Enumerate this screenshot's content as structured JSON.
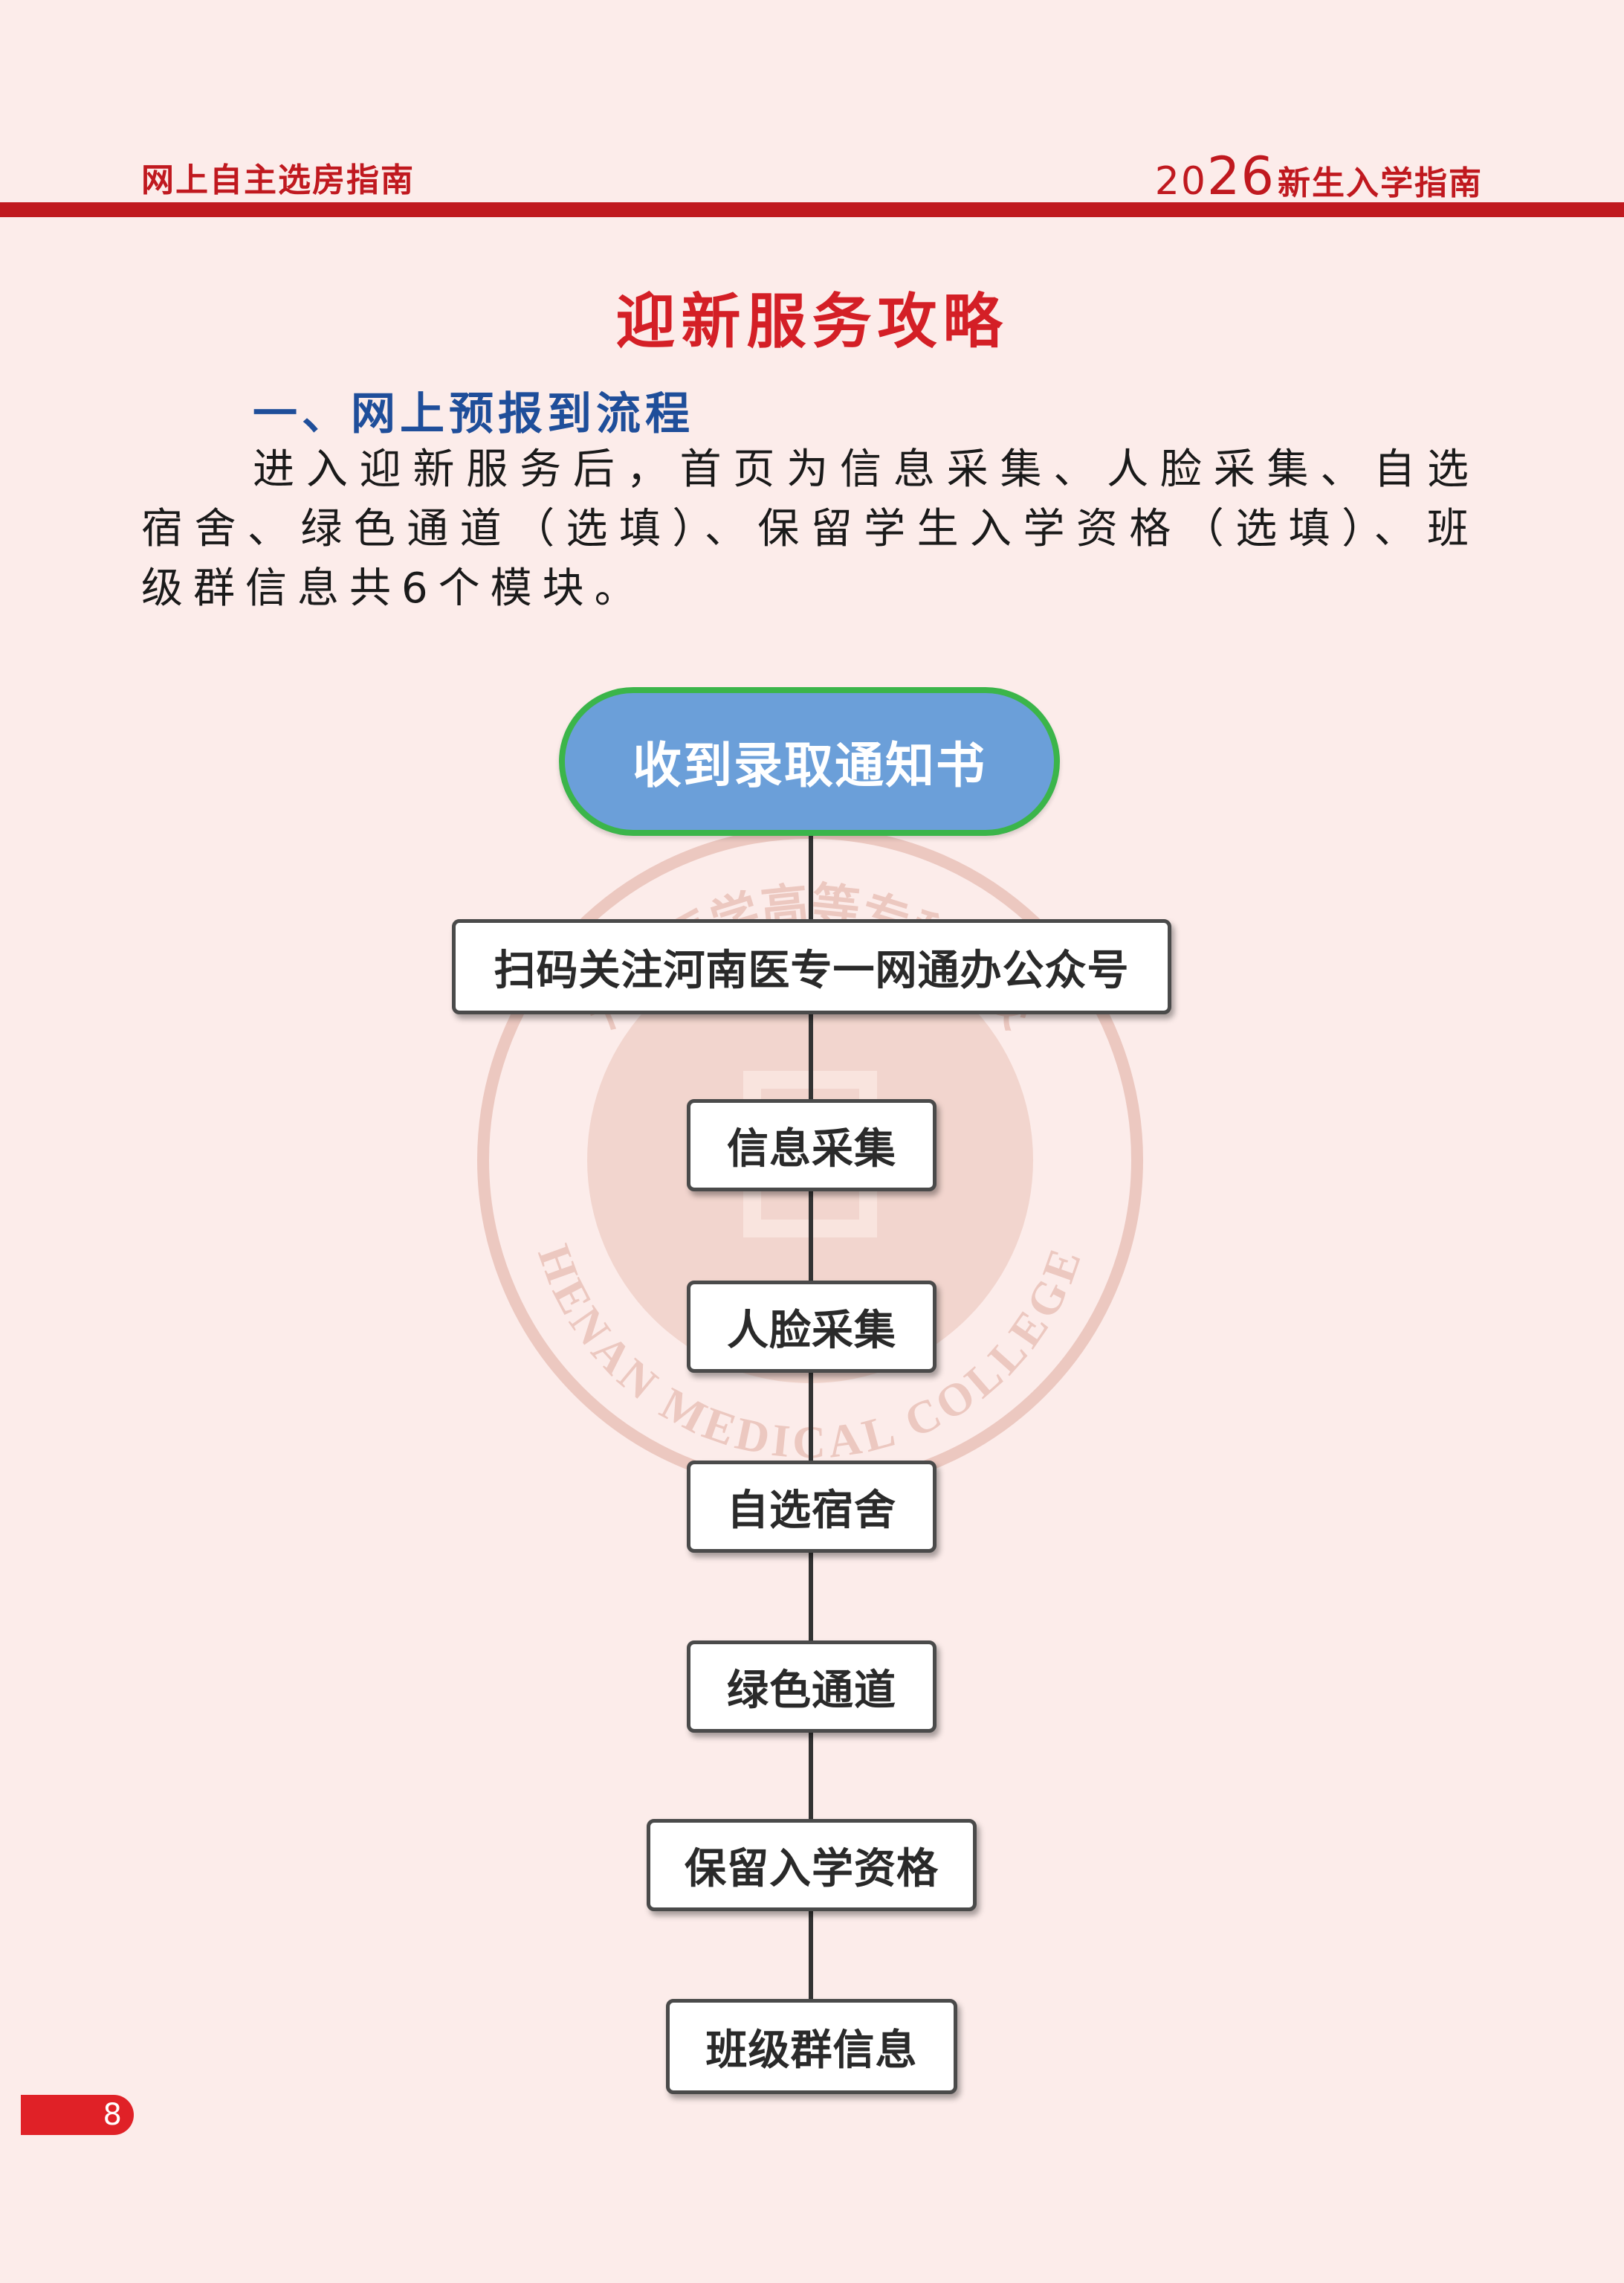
{
  "header": {
    "left_title": "网上自主选房指南",
    "year_a": "20",
    "year_b": "26",
    "right_title": "新生入学指南"
  },
  "page_title": "迎新服务攻略",
  "section": {
    "heading": "一、网上预报到流程",
    "body": "进入迎新服务后，首页为信息采集、人脸采集、自选宿舍、绿色通道（选填）、保留学生入学资格（选填）、班级群信息共6个模块。"
  },
  "seal": {
    "cn_text": "河南医学高等专科学校",
    "en_text": "HENAN MEDICAL COLLEGE"
  },
  "flowchart": {
    "start": "收到录取通知书",
    "steps": [
      "扫码关注河南医专一网通办公众号",
      "信息采集",
      "人脸采集",
      "自选宿舍",
      "绿色通道",
      "保留入学资格",
      "班级群信息"
    ]
  },
  "page_number": "8"
}
